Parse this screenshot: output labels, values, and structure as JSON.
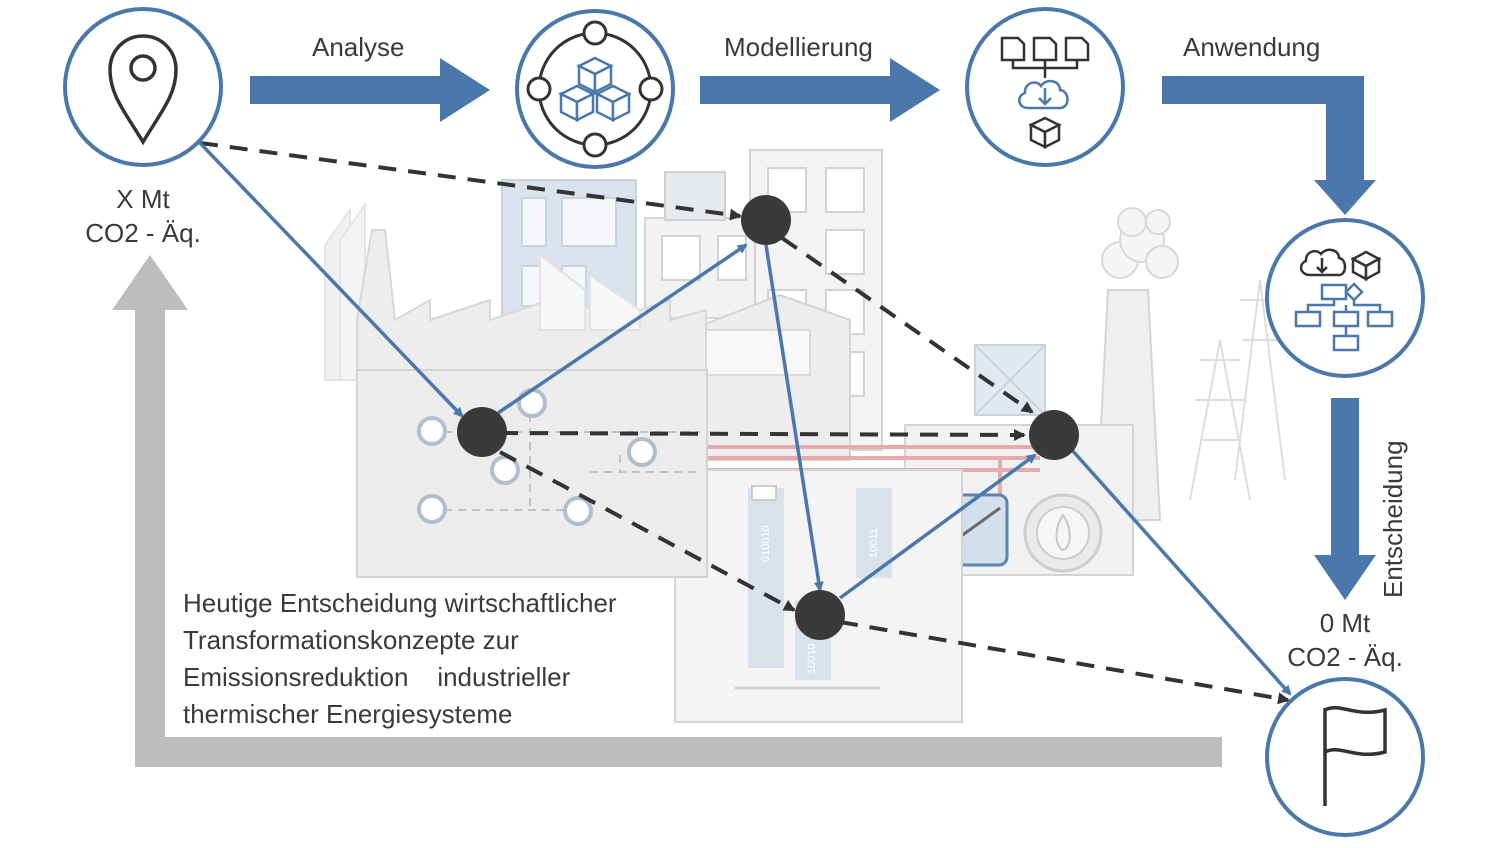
{
  "steps": {
    "analyse": "Analyse",
    "modellierung": "Modellierung",
    "anwendung": "Anwendung",
    "entscheidung": "Entscheidung"
  },
  "start": {
    "amount": "X Mt",
    "unit": "CO2 - Äq."
  },
  "goal": {
    "amount": "0 Mt",
    "unit": "CO2 - Äq."
  },
  "description": [
    "Heutige Entscheidung wirtschaftlicher",
    "Transformationskonzepte zur",
    "Emissionsreduktion    industrieller",
    "thermischer Energiesysteme"
  ],
  "binary": [
    "010010",
    "10011",
    "10010"
  ],
  "icons": {
    "start": "location-pin-icon",
    "analyse": "cubes-network-icon",
    "modellierung": "documents-cloud-cube-icon",
    "anwendung": "cloud-flowchart-icon",
    "goal": "flag-icon"
  },
  "colors": {
    "accent": "#4a78aa",
    "gray_arrow": "#bdbdbd",
    "node": "#3a3a3a",
    "pipe": "#e6a3a3"
  }
}
